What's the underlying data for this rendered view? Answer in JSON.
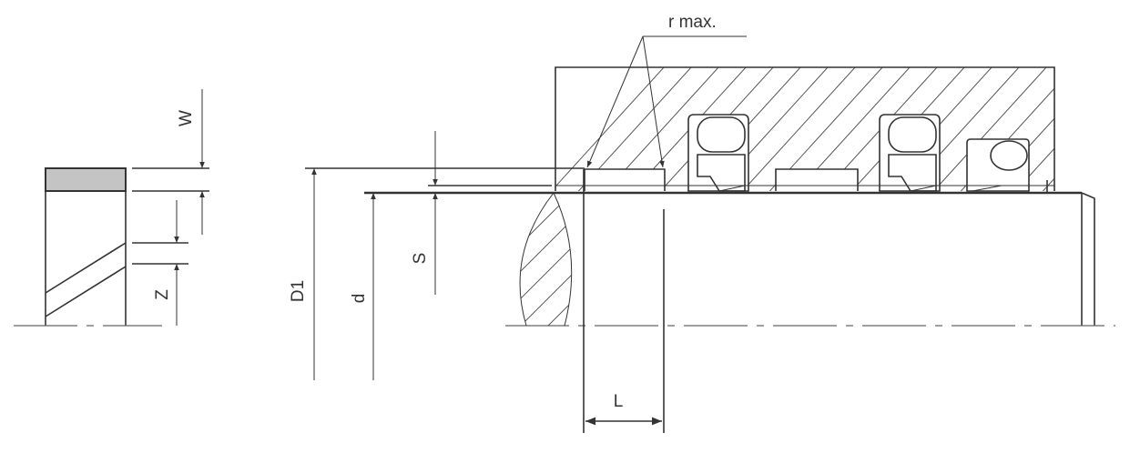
{
  "diagram": {
    "type": "technical-drawing",
    "subject": "Seal groove installation dimensions (shaft seal with backup/guide ring)",
    "labels": {
      "w": "W",
      "z": "Z",
      "s": "S",
      "d1": "D1",
      "d": "d",
      "l": "L",
      "r_max": "r max."
    },
    "colors": {
      "line": "#333333",
      "fill_gray": "#c4c4c4",
      "background": "#ffffff"
    }
  }
}
